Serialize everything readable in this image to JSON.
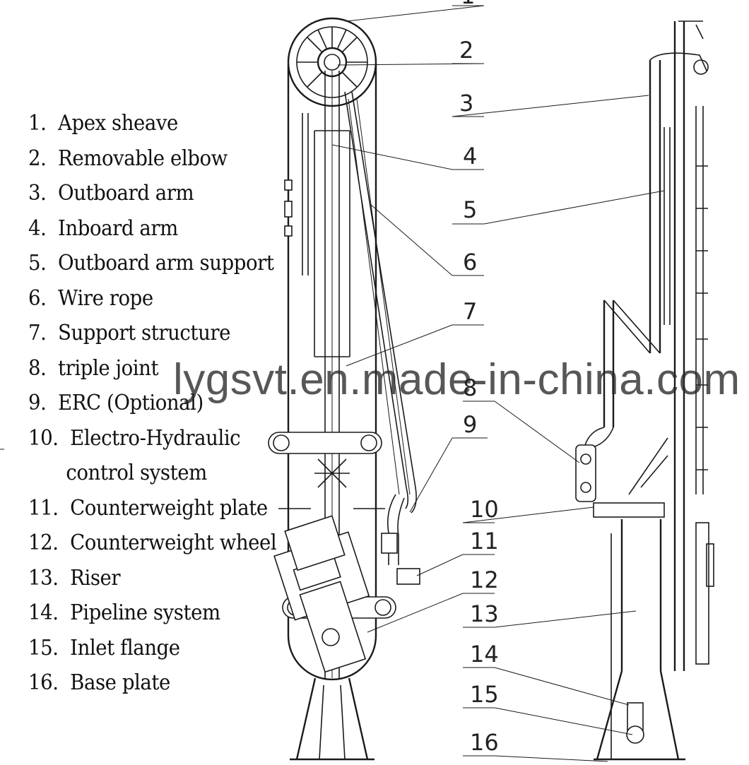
{
  "legend": [
    "1.  Apex sheave",
    "2.  Removable elbow",
    "3.  Outboard arm",
    "4.  Inboard arm",
    "5.  Outboard arm support",
    "6.  Wire rope",
    "7.  Support structure",
    "8.  triple joint",
    "9.  ERC (Optional)",
    "10.  Electro-Hydraulic",
    "control system",
    "11.  Counterweight plate",
    "12.  Counterweight wheel",
    "13.  Riser",
    "14.  Pipeline system",
    "15.  Inlet flange",
    "16.  Base plate"
  ],
  "callouts": [
    "1",
    "2",
    "3",
    "4",
    "5",
    "6",
    "7",
    "8",
    "9",
    "10",
    "11",
    "12",
    "13",
    "14",
    "15",
    "16"
  ],
  "watermark": "lygsvt.en.made-in-china.com"
}
